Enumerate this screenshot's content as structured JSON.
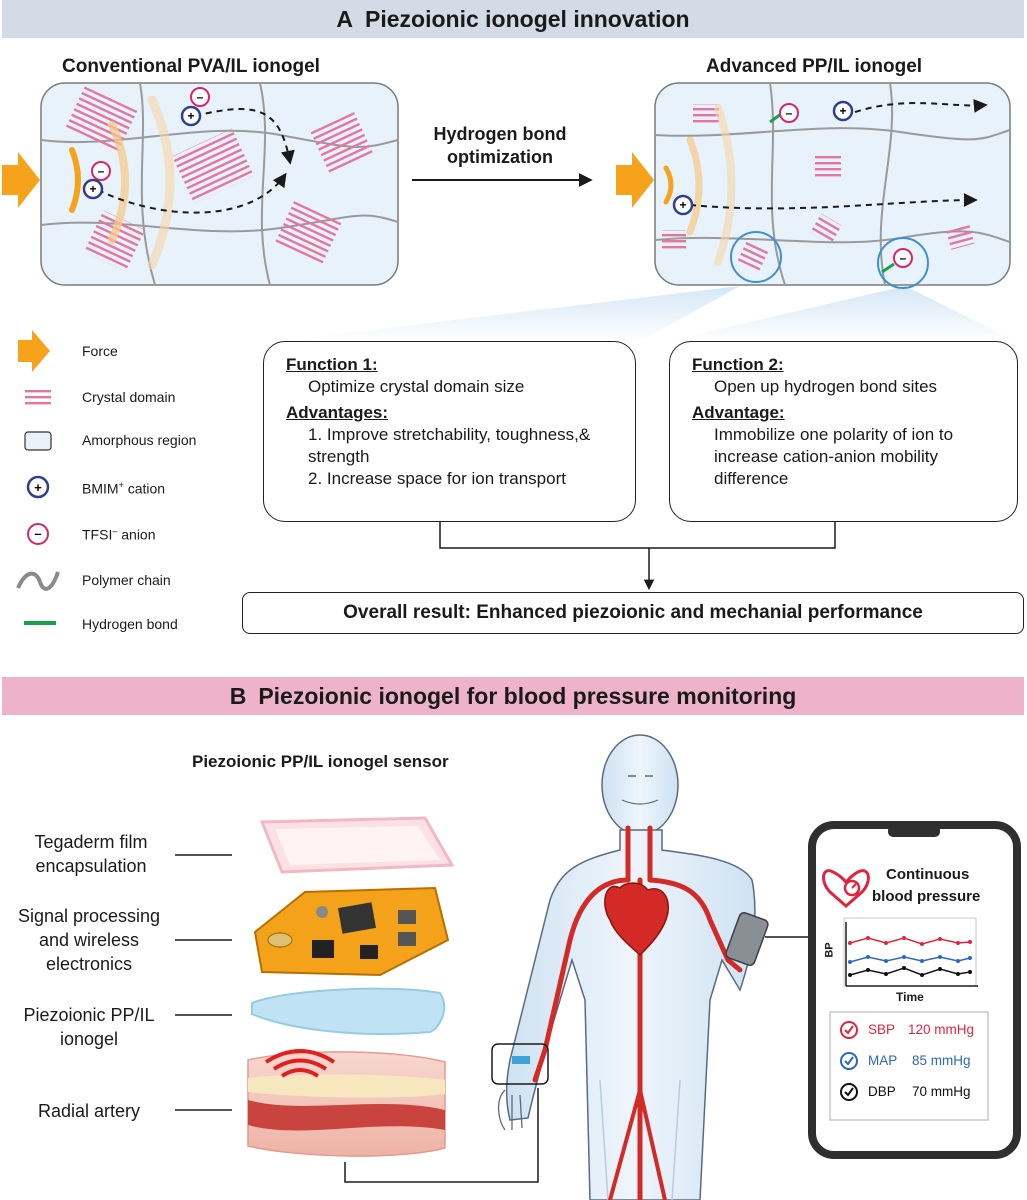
{
  "panel_a": {
    "letter": "A",
    "title": "Piezoionic ionogel innovation",
    "conventional_title": "Conventional PVA/IL ionogel",
    "advanced_title": "Advanced PP/IL ionogel",
    "arrow_label": [
      "Hydrogen bond",
      "optimization"
    ],
    "legend": [
      {
        "icon": "force-arrow-icon",
        "label": "Force"
      },
      {
        "icon": "crystal-domain-icon",
        "label": "Crystal domain"
      },
      {
        "icon": "amorphous-region-icon",
        "label": "Amorphous region"
      },
      {
        "icon": "cation-icon",
        "label": "BMIM",
        "sup": "+",
        "suffix": " cation"
      },
      {
        "icon": "anion-icon",
        "label": "TFSI",
        "sup": "–",
        "suffix": " anion"
      },
      {
        "icon": "polymer-chain-icon",
        "label": "Polymer chain"
      },
      {
        "icon": "hydrogen-bond-icon",
        "label": "Hydrogen bond"
      }
    ],
    "function1": {
      "heading": "Function 1:",
      "body": "Optimize crystal domain size",
      "adv_heading": "Advantages:",
      "adv_items": [
        "1. Improve stretchability, toughness,& strength",
        "2. Increase space for ion transport"
      ]
    },
    "function2": {
      "heading": "Function 2:",
      "body": "Open up hydrogen bond sites",
      "adv_heading": "Advantage:",
      "adv_body": "Immobilize one polarity of ion to increase cation-anion mobility difference"
    },
    "overall_result": "Overall result: Enhanced piezoionic and mechanial performance"
  },
  "panel_b": {
    "letter": "B",
    "title": "Piezoionic ionogel for blood pressure monitoring",
    "sensor_title": "Piezoionic PP/IL ionogel sensor",
    "layers": [
      "Tegaderm film\nencapsulation",
      "Signal processing\nand wireless\nelectronics",
      "Piezoionic PP/IL\nionogel",
      "Radial artery"
    ],
    "phone": {
      "title_line1": "Continuous",
      "title_line2": "blood pressure",
      "y_axis": "BP",
      "x_axis": "Time",
      "readings": [
        {
          "name": "SBP",
          "value": "120 mmHg",
          "color": "#e0243f"
        },
        {
          "name": "MAP",
          "value": "85 mmHg",
          "color": "#2a66c4"
        },
        {
          "name": "DBP",
          "value": "70 mmHg",
          "color": "#111111"
        }
      ]
    }
  },
  "colors": {
    "force": "#f7a21b",
    "crystal": "#e4759e",
    "amorphous_fill": "#e8f2fb",
    "cation": "#2f3f8f",
    "anion": "#d8266a",
    "hbond": "#1aa04a",
    "artery": "#d42a25",
    "wave": "#f3c77c"
  }
}
